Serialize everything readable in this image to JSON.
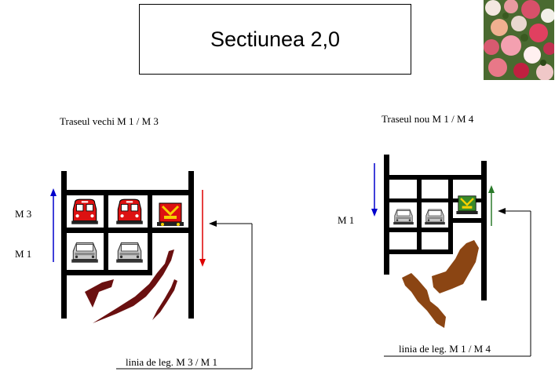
{
  "title": "Sectiunea  2,0",
  "old_route": {
    "heading": "Traseul vechi M 1 / M 3",
    "label_upper": "M 3",
    "label_lower": "M 1",
    "link_label": "linia de leg. M 3 / M 1"
  },
  "new_route": {
    "heading": "Traseul nou M 1 / M 4",
    "label": "M 1",
    "link_label": "linia de leg. M 1 / M 4"
  },
  "colors": {
    "track": "#000000",
    "arrow_up_left": "#0000cc",
    "arrow_down_left": "#dd0000",
    "arrow_down_right": "#0000cc",
    "arrow_up_right": "#2a7a2a",
    "train_red": "#dd1111",
    "train_gray": "#c8c8c8",
    "train_green": "#3a8a2a",
    "rock_dark": "#6a1010",
    "rock_brown": "#8b4513"
  },
  "icons": [
    "red-metro-train-icon",
    "red-locomotive-icon",
    "gray-metro-train-icon",
    "green-locomotive-icon",
    "flower-photo"
  ]
}
